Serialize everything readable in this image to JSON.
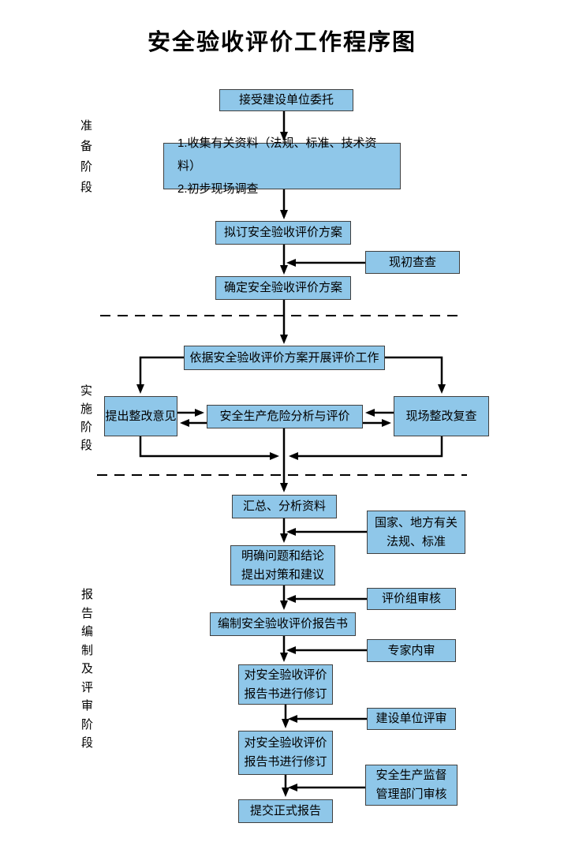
{
  "title": "安全验收评价工作程序图",
  "phases": {
    "prep": "准备阶段",
    "impl": "实施阶段",
    "report": "报告编制及评审阶段"
  },
  "flow": {
    "accept": "接受建设单位委托",
    "collect": "1.收集有关资料（法规、标准、技术资料）\n2.初步现场调查",
    "draft_plan": "拟订安全验收评价方案",
    "confirm_plan": "确定安全验收评价方案",
    "carry_out": "依据安全验收评价方案开展评价工作",
    "propose_rectify": "提出整改意见",
    "risk_analysis": "安全生产危险分析与评价",
    "site_recheck": "现场整改复查",
    "summarize": "汇总、分析资料",
    "clarify": "明确问题和结论\n提出对策和建议",
    "compile_report": "编制安全验收评价报告书",
    "revise_1": "对安全验收评价\n报告书进行修订",
    "revise_2": "对安全验收评价\n报告书进行修订",
    "submit": "提交正式报告"
  },
  "side": {
    "initial_check": "现初查查",
    "regulations": "国家、地方有关\n法规、标准",
    "group_review": "评价组审核",
    "expert_review": "专家内审",
    "client_review": "建设单位评审",
    "supervision_review": "安全生产监督\n管理部门审核"
  },
  "colors": {
    "box_fill": "#8FC7E9",
    "box_border": "#404040",
    "line": "#000000",
    "text": "#000000",
    "background": "#FFFFFF"
  }
}
